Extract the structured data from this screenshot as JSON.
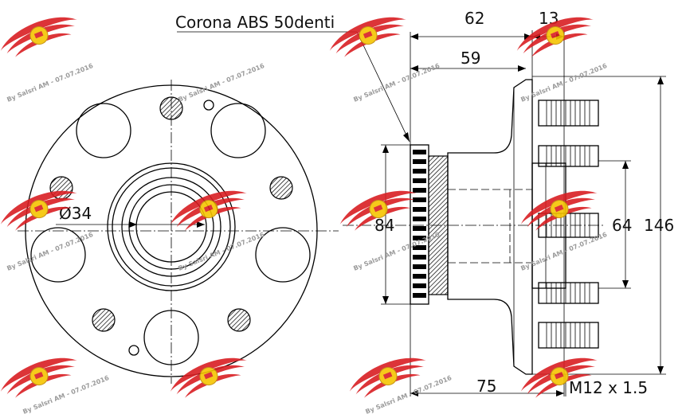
{
  "callout": {
    "abs_ring": "Corona ABS 50denti"
  },
  "dimensions": {
    "d62": "62",
    "d13": "13",
    "d59": "59",
    "d84": "84",
    "d64": "64",
    "d146": "146",
    "d75": "75",
    "bore": "Ø34",
    "thread": "M12 x 1.5"
  },
  "watermark": {
    "text": "By Salsri AM - 07.07.2016",
    "logo_color": "#d81e22",
    "badge_color": "#f5c400"
  },
  "colors": {
    "line": "#000000",
    "background": "#ffffff"
  }
}
